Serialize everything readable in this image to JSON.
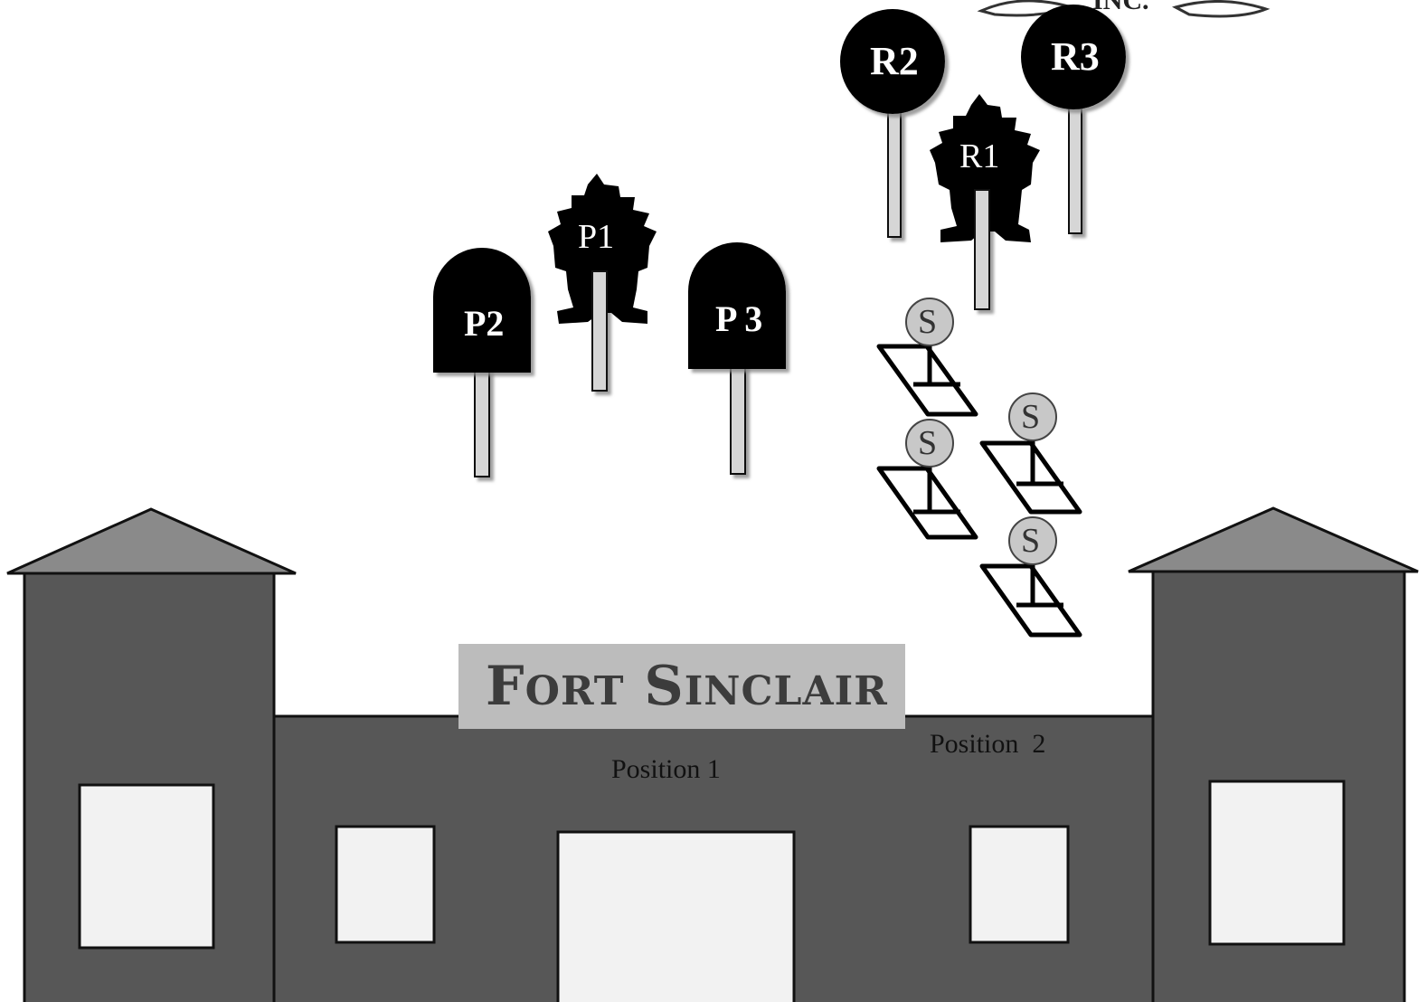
{
  "sign": {
    "word1_initial": "F",
    "word1_rest": "ORT",
    "word2_initial": "S",
    "word2_rest": "INCLAIR"
  },
  "positions": {
    "position_1": "Position 1",
    "position_2": "Position  2"
  },
  "markers": {
    "P1": "P1",
    "P2": "P2",
    "P3": "P 3",
    "R1": "R1",
    "R2": "R2",
    "R3": "R3"
  },
  "stations": [
    "S",
    "S",
    "S",
    "S"
  ],
  "logo": {
    "text": "INC."
  },
  "colors": {
    "building": "#575757",
    "roof": "#8a8a8a",
    "sign": "#bcbcbc",
    "window": "#f2f2f2",
    "marker": "#000000",
    "pole": "#d6d6d6",
    "station": "#c8c8c8"
  }
}
